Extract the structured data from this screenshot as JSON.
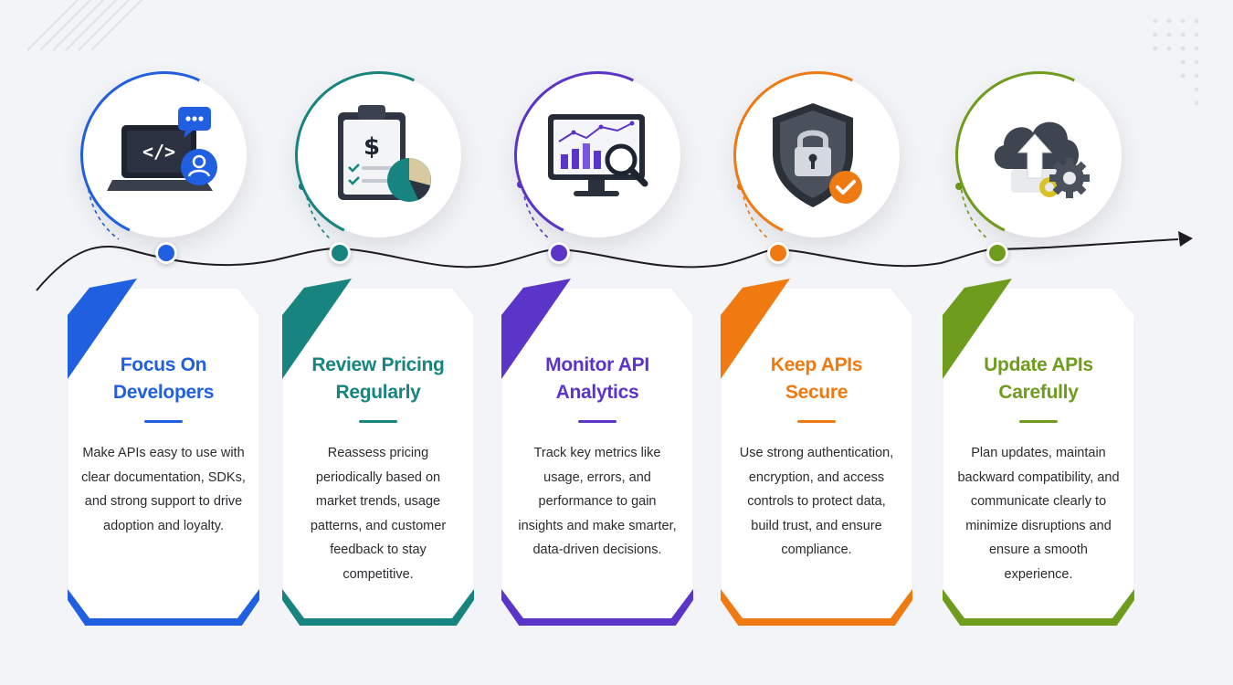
{
  "steps": [
    {
      "title_line1": "Focus On",
      "title_line2": "Developers",
      "description": "Make APIs easy to use with clear documentation, SDKs, and strong support to drive adoption and loyalty.",
      "color": "#1f5fe0",
      "icon": "laptop-code-icon"
    },
    {
      "title_line1": "Review Pricing",
      "title_line2": "Regularly",
      "description": "Reassess pricing periodically based on market trends, usage patterns, and customer feedback to stay competitive.",
      "color": "#17847f",
      "icon": "pricing-clipboard-icon"
    },
    {
      "title_line1": "Monitor API",
      "title_line2": "Analytics",
      "description": "Track key metrics like usage, errors, and performance to gain insights and make smarter, data-driven decisions.",
      "color": "#5b34c8",
      "icon": "analytics-monitor-icon"
    },
    {
      "title_line1": "Keep APIs",
      "title_line2": "Secure",
      "description": "Use strong authentication, encryption, and access controls to protect data, build trust, and ensure compliance.",
      "color": "#ef7a12",
      "icon": "shield-lock-icon"
    },
    {
      "title_line1": "Update APIs",
      "title_line2": "Carefully",
      "description": "Plan updates, maintain backward compatibility, and communicate clearly to minimize disruptions and ensure a smooth experience.",
      "color": "#6e9c1c",
      "icon": "cloud-upload-gear-icon"
    }
  ]
}
